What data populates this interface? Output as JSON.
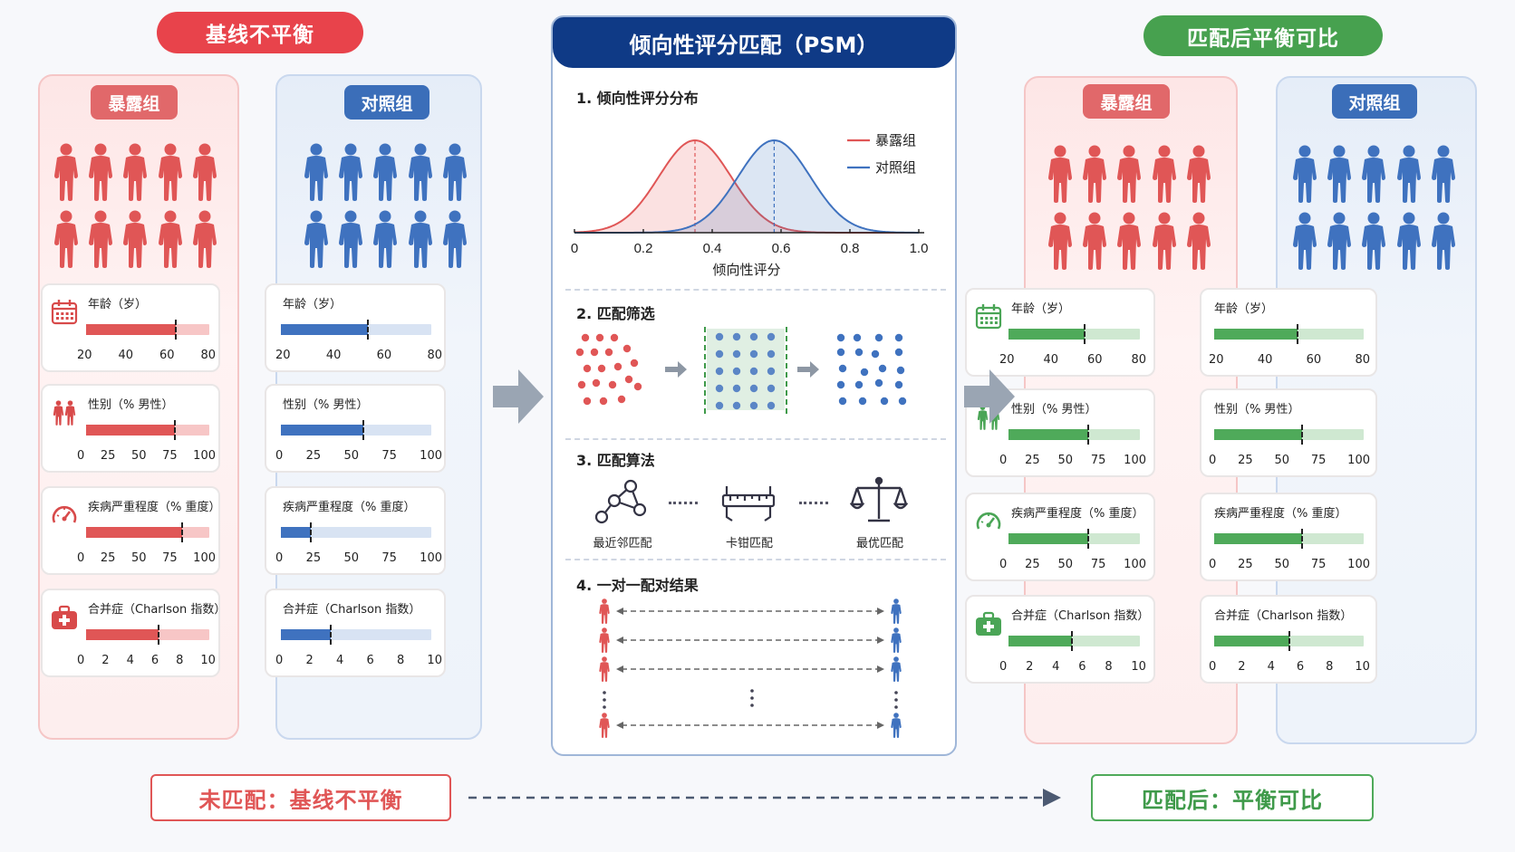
{
  "colors": {
    "exposed": "#e05656",
    "exposed_light": "#f7c6c6",
    "control": "#3f72bf",
    "control_light": "#d8e3f3",
    "matched": "#4faa5a",
    "matched_light": "#cfe8d1",
    "psm_header": "#0f3a86"
  },
  "top_labels": {
    "left": "基线不平衡",
    "center": "倾向性评分匹配（PSM）",
    "right": "匹配后平衡可比"
  },
  "groups": {
    "exposed": "暴露组",
    "control": "对照组"
  },
  "people_per_group": 10,
  "variables": [
    {
      "title": "年龄（岁）",
      "icon": "calendar-icon",
      "ticks": [
        "20",
        "40",
        "60",
        "80"
      ]
    },
    {
      "title": "性别（% 男性）",
      "icon": "gender-icon",
      "ticks": [
        "0",
        "25",
        "50",
        "75",
        "100"
      ]
    },
    {
      "title": "疾病严重程度（% 重度）",
      "icon": "gauge-icon",
      "ticks": [
        "0",
        "25",
        "50",
        "75",
        "100"
      ]
    },
    {
      "title": "合并症（Charlson 指数）",
      "icon": "medical-kit-icon",
      "ticks": [
        "0",
        "2",
        "4",
        "6",
        "8",
        "10"
      ]
    }
  ],
  "bars": {
    "before_exposed": [
      0.73,
      0.72,
      0.78,
      0.59
    ],
    "before_control": [
      0.58,
      0.55,
      0.2,
      0.33
    ],
    "after_exposed": [
      0.58,
      0.61,
      0.61,
      0.48
    ],
    "after_control": [
      0.56,
      0.59,
      0.59,
      0.5
    ]
  },
  "psm": {
    "section1": {
      "title": "1. 倾向性评分分布",
      "legend_exposed": "暴露组",
      "legend_control": "对照组",
      "xlabel": "倾向性评分",
      "xticks": [
        "0",
        "0.2",
        "0.4",
        "0.6",
        "0.8",
        "1.0"
      ]
    },
    "section2": {
      "title": "2. 匹配筛选"
    },
    "section3": {
      "title": "3. 匹配算法",
      "methods": [
        "最近邻匹配",
        "卡钳匹配",
        "最优匹配"
      ]
    },
    "section4": {
      "title": "4. 一对一配对结果"
    }
  },
  "chart_data": {
    "type": "area",
    "title": "1. 倾向性评分分布",
    "xlabel": "倾向性评分",
    "ylabel": "",
    "xlim": [
      0,
      1.0
    ],
    "x_ticks": [
      0,
      0.2,
      0.4,
      0.6,
      0.8,
      1.0
    ],
    "series": [
      {
        "name": "暴露组",
        "mean": 0.35,
        "sd": 0.105
      },
      {
        "name": "对照组",
        "mean": 0.58,
        "sd": 0.105
      }
    ]
  },
  "footer": {
    "left": "未匹配：基线不平衡",
    "right": "匹配后：平衡可比"
  }
}
